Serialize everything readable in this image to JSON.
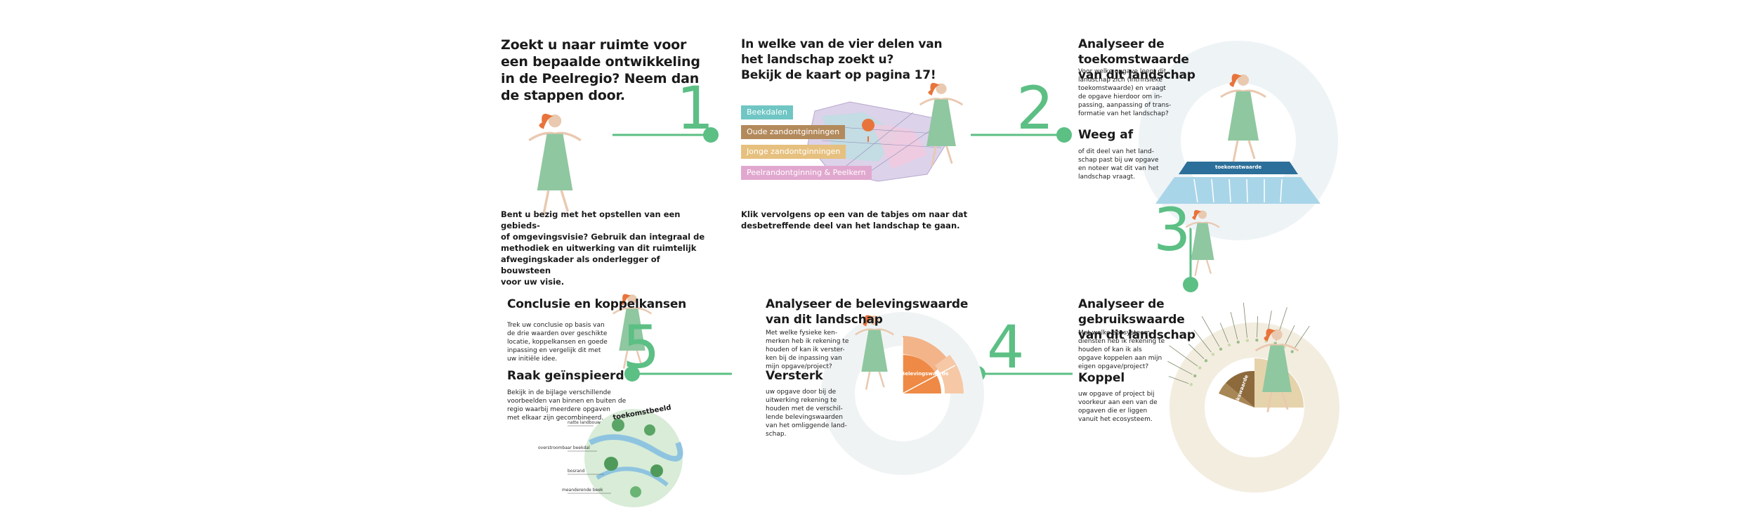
{
  "step1": {
    "number": "1",
    "title": [
      "Zoekt u naar ruimte voor",
      "een bepaalde ontwikkeling",
      "in de Peelregio? Neem dan",
      "de stappen door."
    ],
    "body": [
      "Bent u bezig met het opstellen van een gebieds-",
      "of omgevingsvisie? Gebruik dan integraal de",
      "methodiek en uitwerking van dit ruimtelijk",
      "afwegingskader als onderlegger of bouwsteen",
      "voor uw visie."
    ]
  },
  "step2": {
    "number": "2",
    "title": [
      "In welke van de vier delen van",
      "het landschap zoekt u?",
      "Bekijk de kaart op pagina 17!"
    ],
    "tabs": [
      {
        "label": "Beekdalen",
        "color": "#6fc6c4"
      },
      {
        "label": "Oude zandontginningen",
        "color": "#b38a5c"
      },
      {
        "label": "Jonge zandontginningen",
        "color": "#e6c07e"
      },
      {
        "label": "Peelrandontginning & Peelkern",
        "color": "#e1a8cf"
      }
    ],
    "body": [
      "Klik vervolgens op een van de tabjes om naar dat",
      "desbetreffende deel van het landschap te gaan."
    ]
  },
  "step3": {
    "number": "3",
    "title": [
      "Analyseer de toekomstwaarde",
      "van dit landschap"
    ],
    "body": [
      "Voor welke opgave leent dit",
      "landschap zich (intrinsieke",
      "toekomstwaarde) en vraagt",
      "de opgave hierdoor om in-",
      "passing, aanpassing of trans-",
      "formatie van het landschap?"
    ],
    "sub_title": "Weeg af",
    "sub_body": [
      "of dit deel van het land-",
      "schap past bij uw opgave",
      "en noteer wat dit van het",
      "landschap vraagt."
    ],
    "wheel_label": "toekomstwaarde"
  },
  "step4": {
    "number": "4",
    "title": [
      "Analyseer de gebruikswaarde",
      "van  dit landschap"
    ],
    "body": [
      "Met welke ecosysteem-",
      "diensten heb ik rekening te",
      "houden of kan ik als",
      "opgave koppelen aan mijn",
      "eigen opgave/project?"
    ],
    "sub_title": "Koppel",
    "sub_body": [
      "uw opgave of project bij",
      "voorkeur aan een van de",
      "opgaven die er liggen",
      "vanuit het ecosysteem."
    ],
    "wheel_label": "Gebruikswaarde"
  },
  "step5": {
    "title": [
      "Analyseer de belevingswaarde",
      "van dit landschap"
    ],
    "body": [
      "Met welke fysieke ken-",
      "merken heb ik rekening te",
      "houden of kan ik verster-",
      "ken bij de inpassing van",
      "mijn opgave/project?"
    ],
    "sub_title": "Versterk",
    "sub_body": [
      "uw opgave door bij de",
      "uitwerking rekening te",
      "houden met de verschil-",
      "lende belevingswaarden",
      "van het omliggende land-",
      "schap."
    ],
    "wheel_label": "Belevingswaarde"
  },
  "step6": {
    "number": "5",
    "title": "Conclusie en koppelkansen",
    "body": [
      "Trek uw conclusie op basis van",
      "de drie waarden over geschikte",
      "locatie, koppelkansen en goede",
      "inpassing en vergelijk dit met",
      "uw initiële idee."
    ],
    "sub_title": "Raak geïnspieerd",
    "sub_body": [
      "Bekijk in de bijlage verschillende",
      "voorbeelden van binnen en buiten de",
      "regio waarbij meerdere opgaven",
      "met elkaar zijn gecombineerd."
    ],
    "circle_label": "toekomstbeeld",
    "annotations": [
      "natte landbouw",
      "overstroombaar beekdal",
      "bosrand",
      "meanderende beek"
    ]
  },
  "colors": {
    "accent": "#5cbf84",
    "figure": "#8fc7a0",
    "hair": "#e8743b",
    "blue": "#4aa3c7",
    "orange": "#ee8a45",
    "brown": "#8c6a3c"
  }
}
